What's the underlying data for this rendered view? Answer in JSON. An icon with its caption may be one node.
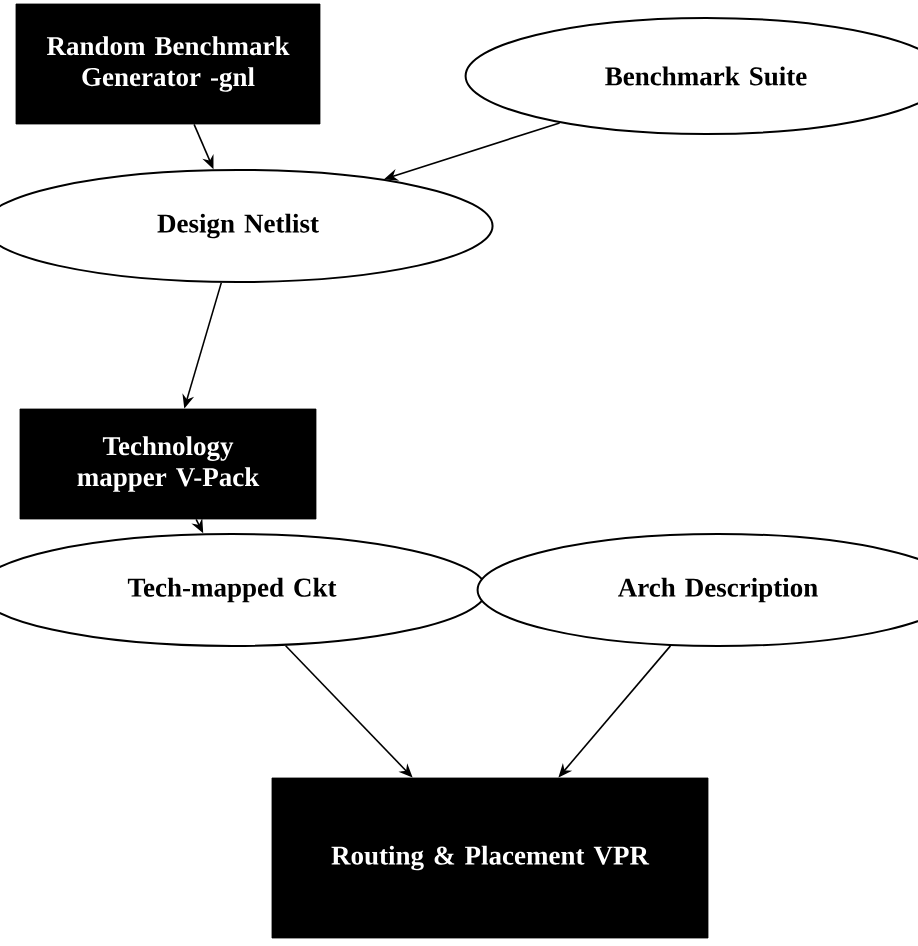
{
  "diagram": {
    "nodes": [
      {
        "text": [
          "Random Benchmark Generator -gnl"
        ]
      },
      {
        "text": [
          "Benchmark Suite"
        ]
      },
      {
        "text": [
          "Design Netlist"
        ]
      },
      {
        "text": [
          "Technology mapper V-Pack"
        ]
      },
      {
        "text": [
          "Tech-mapped Ckt"
        ]
      },
      {
        "text": [
          "Arch Description"
        ]
      },
      {
        "text": [
          "Routing & Placement VPR"
        ]
      }
    ],
    "edges": [
      {
        "from": 0,
        "to": 2,
        "arrow": "to"
      },
      {
        "from": 1,
        "to": 2,
        "arrow": "to"
      },
      {
        "from": 2,
        "to": 3,
        "arrow": "to"
      },
      {
        "from": 3,
        "to": 4,
        "arrow": "to"
      },
      {
        "from": 4,
        "to": 6,
        "arrow": "to"
      },
      {
        "from": 5,
        "to": 6,
        "arrow": "to"
      }
    ]
  }
}
